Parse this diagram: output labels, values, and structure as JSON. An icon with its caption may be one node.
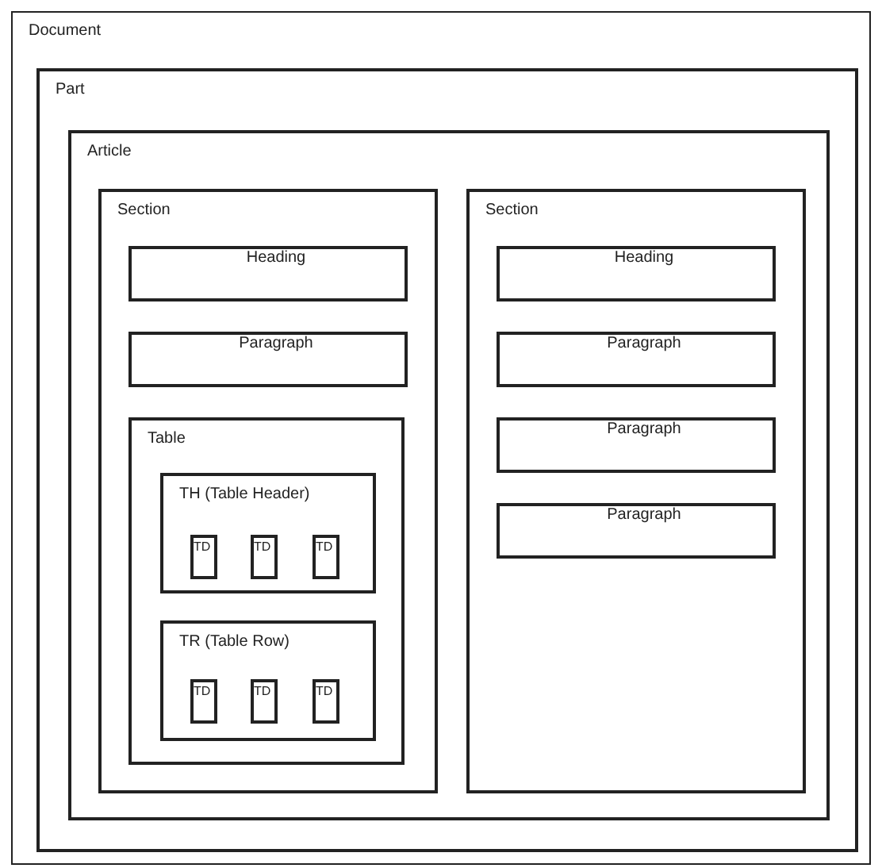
{
  "diagram": {
    "nodes": [
      {
        "text": [
          "Document"
        ]
      },
      {
        "text": [
          "Part"
        ],
        "in": 0
      },
      {
        "text": [
          "Article"
        ],
        "in": 1
      },
      {
        "text": [
          "Section"
        ],
        "in": 2
      },
      {
        "text": [
          "Heading"
        ],
        "in": 3
      },
      {
        "text": [
          "Paragraph"
        ],
        "in": 3
      },
      {
        "text": [
          "Table"
        ],
        "in": 3
      },
      {
        "text": [
          "TH (Table Header)"
        ],
        "in": 6
      },
      {
        "text": [
          "TD"
        ],
        "in": 7
      },
      {
        "text": [
          "TD"
        ],
        "in": 7
      },
      {
        "text": [
          "TD"
        ],
        "in": 7
      },
      {
        "text": [
          "TR (Table Row)"
        ],
        "in": 6
      },
      {
        "text": [
          "TD"
        ],
        "in": 11
      },
      {
        "text": [
          "TD"
        ],
        "in": 11
      },
      {
        "text": [
          "TD"
        ],
        "in": 11
      },
      {
        "text": [
          "Section"
        ],
        "in": 2
      },
      {
        "text": [
          "Heading"
        ],
        "in": 15
      },
      {
        "text": [
          "Paragraph"
        ],
        "in": 15
      },
      {
        "text": [
          "Paragraph"
        ],
        "in": 15
      },
      {
        "text": [
          "Paragraph"
        ],
        "in": 15
      }
    ]
  }
}
